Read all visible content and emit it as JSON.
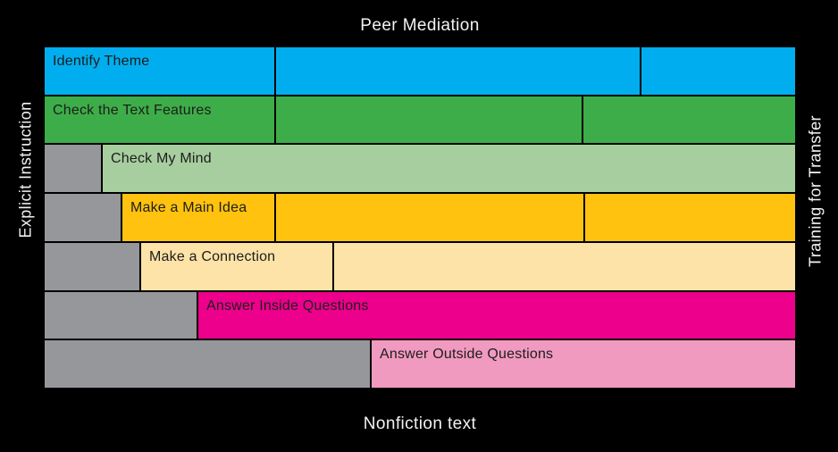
{
  "labels": {
    "top": "Peer Mediation",
    "bottom": "Nonfiction text",
    "left": "Explicit Instruction",
    "right": "Training for Transfer"
  },
  "colors": {
    "background": "#000000",
    "axis_text": "#F2F2F2",
    "bar_text": "#1D1D1B",
    "divider": "#000000",
    "gray_offset": "#96979A"
  },
  "chart_data": {
    "type": "bar",
    "orientation": "horizontal",
    "description": "Seven stacked strategy bars between Explicit Instruction (left), Training for Transfer (right), Peer Mediation (top) and Nonfiction text (bottom). Each row is offset further right by a gray leading block and is split into phase segments.",
    "rows": [
      {
        "label": "Identify Theme",
        "color": "#00AEEF",
        "label_segment": 0,
        "segments": [
          {
            "gray": false,
            "w": 30.76
          },
          {
            "gray": false,
            "w": 48.57
          },
          {
            "gray": false,
            "w": 20.67
          }
        ]
      },
      {
        "label": "Check the Text Features",
        "color": "#3DAD49",
        "label_segment": 0,
        "segments": [
          {
            "gray": false,
            "w": 30.76
          },
          {
            "gray": false,
            "w": 40.86
          },
          {
            "gray": false,
            "w": 28.38
          }
        ]
      },
      {
        "label": "Check My Mind",
        "color": "#A7CE9F",
        "label_segment": 1,
        "segments": [
          {
            "gray": true,
            "w": 7.72
          },
          {
            "gray": false,
            "w": 92.28
          }
        ]
      },
      {
        "label": "Make a Main Idea",
        "color": "#FFC20E",
        "label_segment": 1,
        "segments": [
          {
            "gray": true,
            "w": 10.33
          },
          {
            "gray": false,
            "w": 20.43
          },
          {
            "gray": false,
            "w": 41.09
          },
          {
            "gray": false,
            "w": 28.15
          }
        ]
      },
      {
        "label": "Make a Connection",
        "color": "#FDE3A8",
        "label_segment": 1,
        "segments": [
          {
            "gray": true,
            "w": 12.83
          },
          {
            "gray": false,
            "w": 25.65
          },
          {
            "gray": false,
            "w": 61.52
          }
        ]
      },
      {
        "label": "Answer Inside Questions",
        "color": "#EC008C",
        "label_segment": 1,
        "segments": [
          {
            "gray": true,
            "w": 20.43
          },
          {
            "gray": false,
            "w": 79.57
          }
        ]
      },
      {
        "label": "Answer Outside Questions",
        "color": "#F19AC0",
        "label_segment": 1,
        "segments": [
          {
            "gray": true,
            "w": 43.47
          },
          {
            "gray": false,
            "w": 56.53
          }
        ]
      }
    ]
  }
}
